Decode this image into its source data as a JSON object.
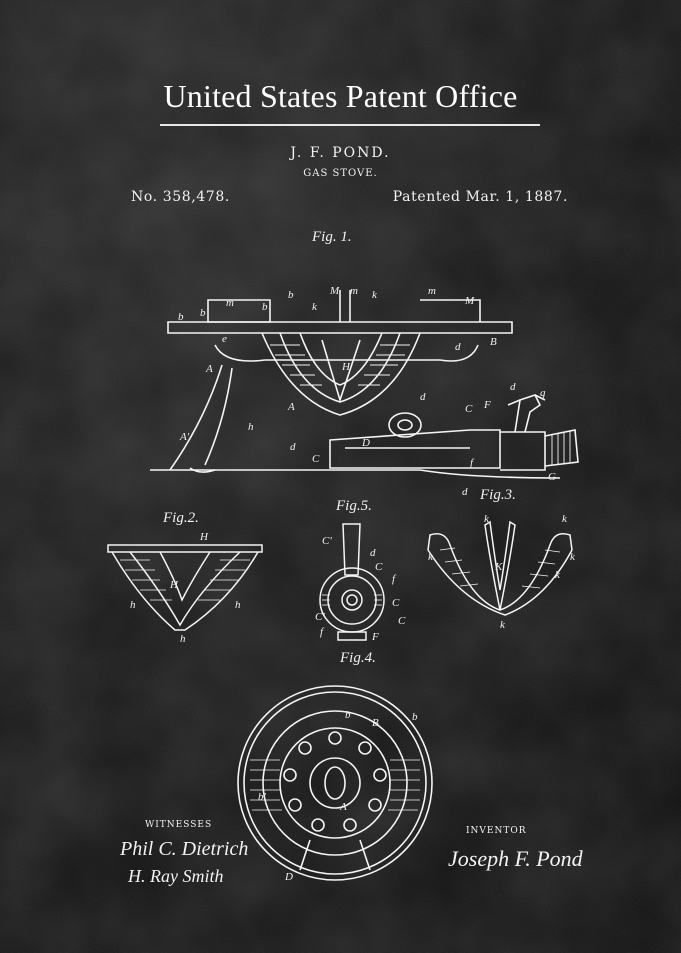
{
  "header": {
    "office": "United States Patent Office",
    "inventor": "J. F. POND.",
    "subject": "GAS STOVE.",
    "number": "No. 358,478.",
    "date": "Patented Mar. 1, 1887."
  },
  "figures": {
    "fig1": "Fig. 1.",
    "fig2": "Fig.2.",
    "fig3": "Fig.3.",
    "fig4": "Fig.4.",
    "fig5": "Fig.5."
  },
  "footer": {
    "witnesses_label": "WITNESSES",
    "witness1": "Phil C. Dietrich",
    "witness2": "H. Ray Smith",
    "inventor_label": "INVENTOR",
    "inventor_signature": "Joseph F. Pond"
  }
}
